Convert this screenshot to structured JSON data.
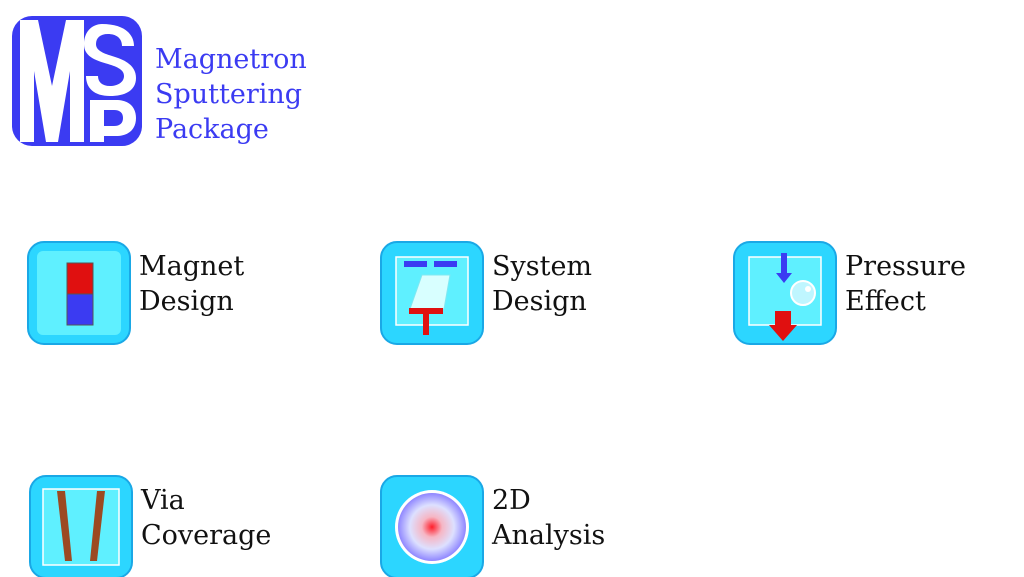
{
  "app": {
    "title_lines": [
      "Magnetron",
      "Sputtering",
      "Package"
    ],
    "logo_letters": "MSP"
  },
  "colors": {
    "brand": "#3b3bf2",
    "tile": "#2cd6ff",
    "tile_inner": "#5ff0ff",
    "red": "#e01010",
    "blue": "#3b3bf2",
    "copper": "#9c4a22"
  },
  "tools": [
    {
      "id": "magnet-design",
      "lines": [
        "Magnet",
        "Design"
      ],
      "icon": "magnet-icon"
    },
    {
      "id": "system-design",
      "lines": [
        "System",
        "Design"
      ],
      "icon": "sputter-system-icon"
    },
    {
      "id": "pressure-effect",
      "lines": [
        "Pressure",
        "Effect"
      ],
      "icon": "pressure-icon"
    },
    {
      "id": "via-coverage",
      "lines": [
        "Via",
        "Coverage"
      ],
      "icon": "via-icon"
    },
    {
      "id": "2d-analysis",
      "lines": [
        "2D",
        "Analysis"
      ],
      "icon": "analysis-2d-icon"
    }
  ]
}
